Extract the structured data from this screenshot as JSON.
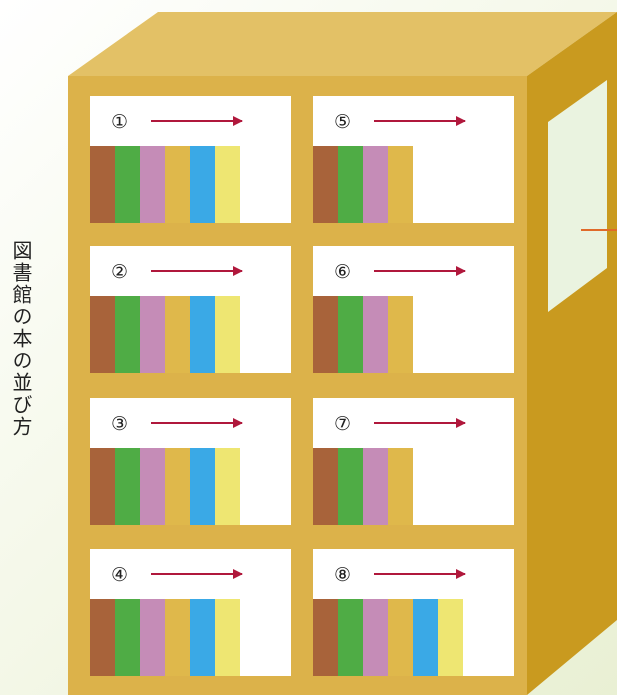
{
  "title": "図書館の本の並び方",
  "colors": {
    "shelf_front": "#dcb24a",
    "shelf_top": "#e3c166",
    "shelf_side": "#c99a1f",
    "side_panel": "#eaf3e0",
    "compartment": "#ffffff",
    "arrow": "#b0183c",
    "side_line": "#e06a2a",
    "book_brown": "#a8633a",
    "book_green": "#4fac45",
    "book_pink": "#c58cb7",
    "book_gold": "#dfb84b",
    "book_blue": "#3aa9e6",
    "book_yellow": "#eee672"
  },
  "compartments": [
    {
      "label": "①",
      "books": [
        "brown",
        "green",
        "pink",
        "gold",
        "blue",
        "yellow"
      ]
    },
    {
      "label": "②",
      "books": [
        "brown",
        "green",
        "pink",
        "gold",
        "blue",
        "yellow"
      ]
    },
    {
      "label": "③",
      "books": [
        "brown",
        "green",
        "pink",
        "gold",
        "blue",
        "yellow"
      ]
    },
    {
      "label": "④",
      "books": [
        "brown",
        "green",
        "pink",
        "gold",
        "blue",
        "yellow"
      ]
    },
    {
      "label": "⑤",
      "books": [
        "brown",
        "green",
        "pink",
        "gold"
      ]
    },
    {
      "label": "⑥",
      "books": [
        "brown",
        "green",
        "pink",
        "gold"
      ]
    },
    {
      "label": "⑦",
      "books": [
        "brown",
        "green",
        "pink",
        "gold"
      ]
    },
    {
      "label": "⑧",
      "books": [
        "brown",
        "green",
        "pink",
        "gold",
        "blue",
        "yellow"
      ]
    }
  ]
}
